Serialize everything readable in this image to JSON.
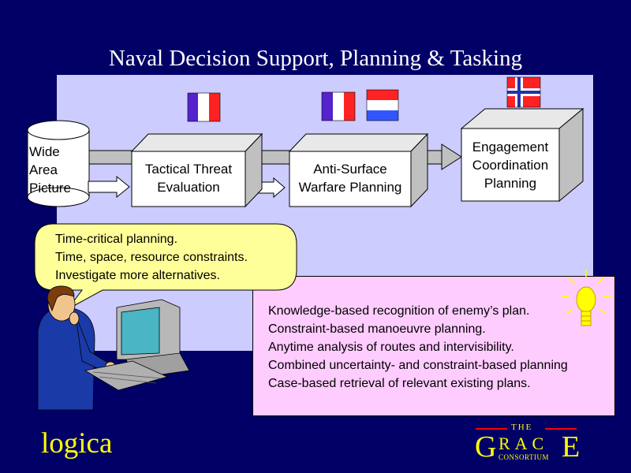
{
  "title": "Naval Decision Support, Planning & Tasking",
  "flow": {
    "database": {
      "lines": [
        "Wide",
        "Area",
        "Picture"
      ]
    },
    "stage1": {
      "lines": [
        "Tactical Threat",
        "Evaluation"
      ]
    },
    "stage2": {
      "lines": [
        "Anti-Surface",
        "Warfare Planning"
      ]
    },
    "stage3": {
      "lines": [
        "Engagement",
        "Coordination",
        "Planning"
      ]
    }
  },
  "flags": [
    "france",
    "france",
    "netherlands",
    "norway"
  ],
  "speech_bubble": {
    "lines": [
      "Time-critical planning.",
      "Time, space, resource constraints.",
      "Investigate more alternatives."
    ]
  },
  "features": {
    "lines": [
      "Knowledge-based recognition of enemy’s plan.",
      "Constraint-based manoeuvre planning.",
      "Anytime analysis of routes and intervisibility.",
      "Combined uncertainty- and constraint-based planning",
      "Case-based retrieval of relevant existing plans."
    ]
  },
  "logo_left": "logica",
  "logo_right": {
    "the": "THE",
    "g": "G",
    "race": "RAC",
    "e": "E",
    "consortium": "CONSORTIUM"
  },
  "colors": {
    "background": "#000066",
    "panel": "#ccccff",
    "features_box": "#ffccff",
    "logo": "#ffff00"
  }
}
